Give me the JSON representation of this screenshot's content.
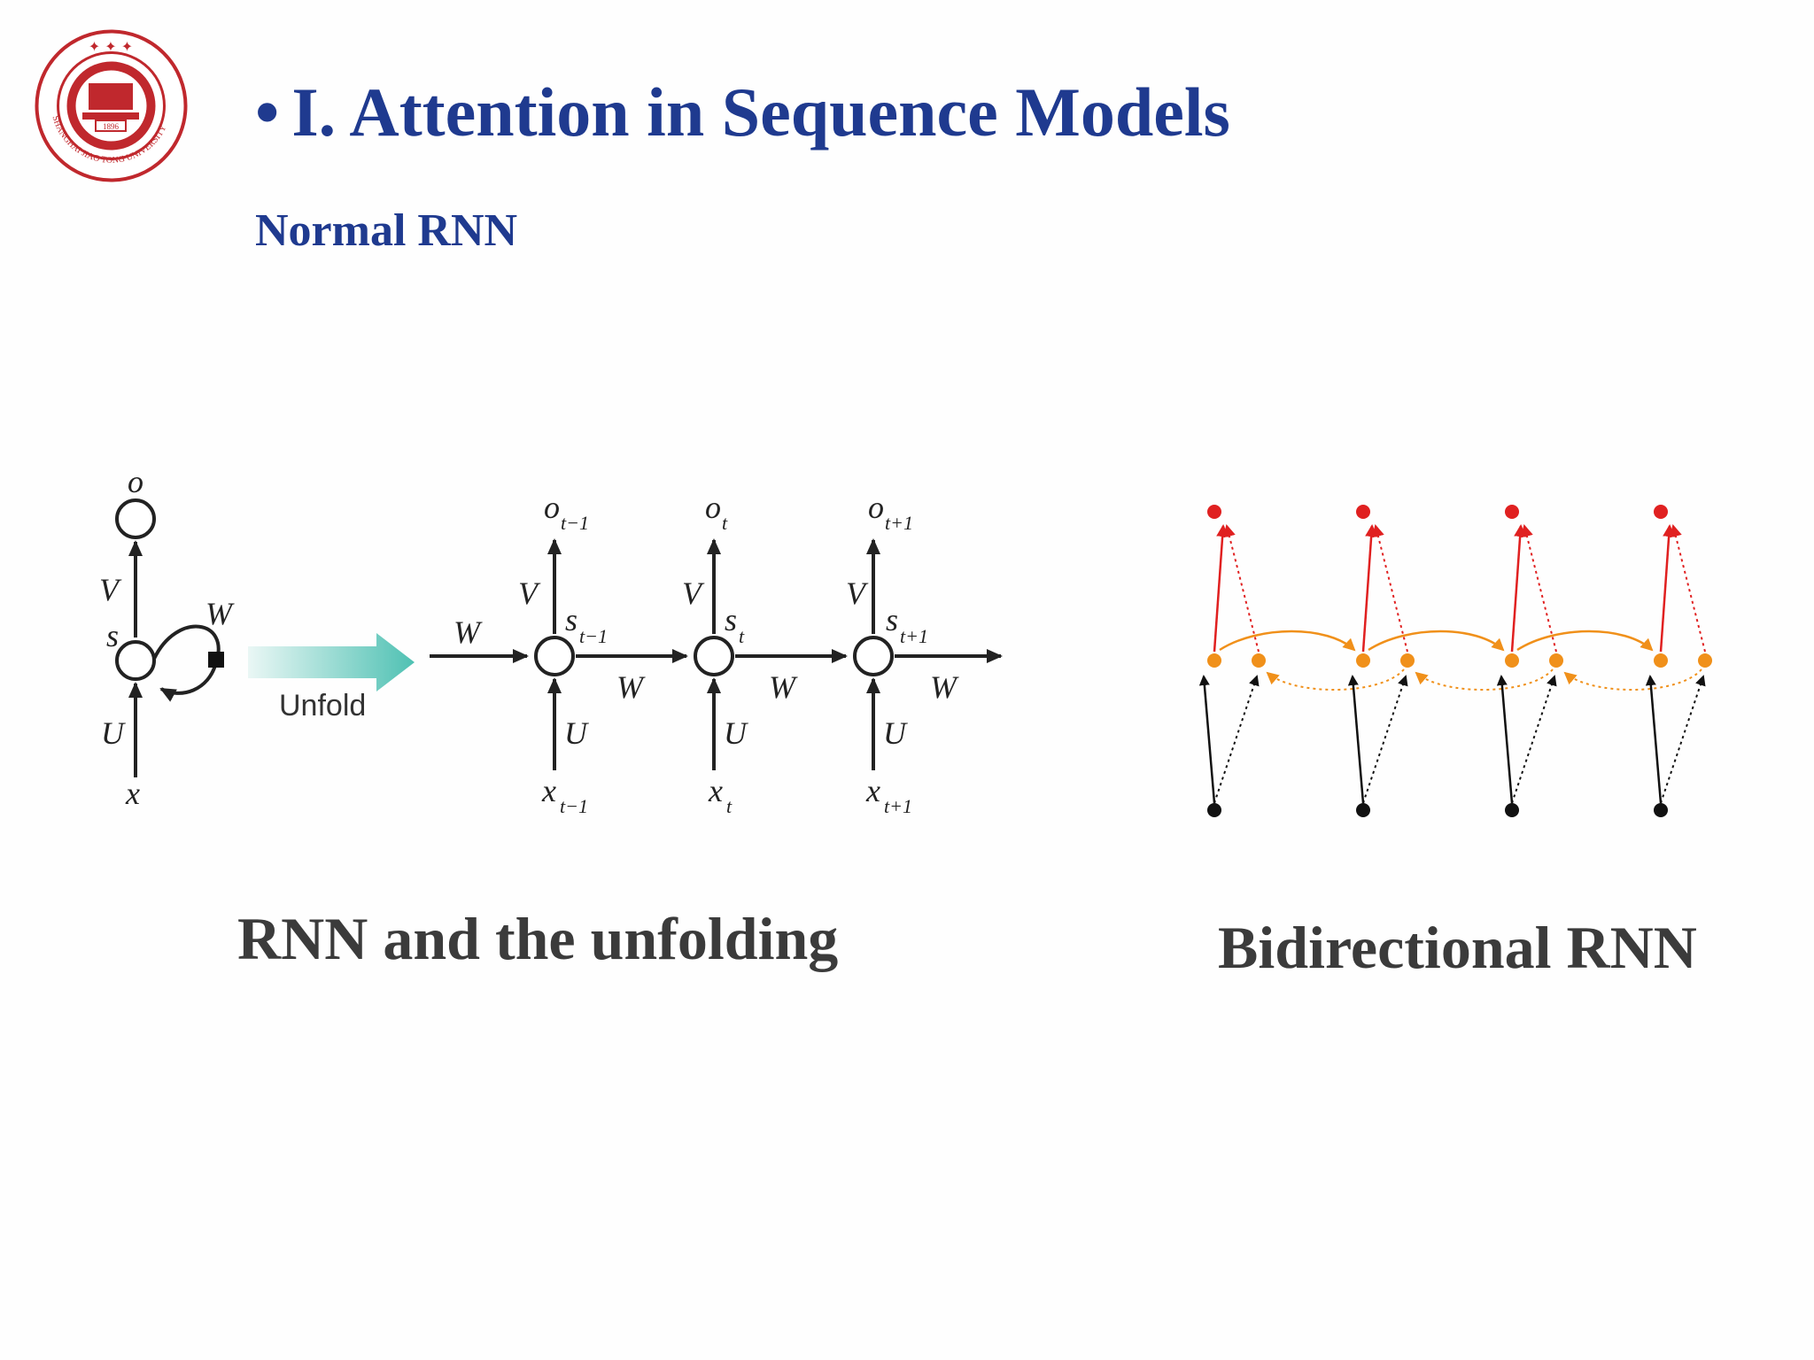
{
  "slide": {
    "bullet": "•",
    "title": "I. Attention in Sequence Models",
    "subtitle": "Normal RNN"
  },
  "logo": {
    "icon": "university-seal",
    "color": "#c0282d",
    "ring_text": "SHANGHAI JIAO TONG UNIVERSITY",
    "year": "1896"
  },
  "rnn_diagram": {
    "folded": {
      "o": "o",
      "V": "V",
      "W": "W",
      "s": "s",
      "U": "U",
      "x": "x"
    },
    "unfold_label": "Unfold",
    "steps": [
      {
        "o": "o",
        "o_sub": "t−1",
        "s": "s",
        "s_sub": "t−1",
        "x": "x",
        "x_sub": "t−1"
      },
      {
        "o": "o",
        "o_sub": "t",
        "s": "s",
        "s_sub": "t",
        "x": "x",
        "x_sub": "t"
      },
      {
        "o": "o",
        "o_sub": "t+1",
        "s": "s",
        "s_sub": "t+1",
        "x": "x",
        "x_sub": "t+1"
      }
    ],
    "edge_labels": {
      "V": "V",
      "U": "U",
      "W": "W"
    }
  },
  "bidirectional_diagram": {
    "output_color": "#e02020",
    "hidden_color": "#f0901a",
    "input_color": "#111111",
    "steps": 4
  },
  "captions": {
    "left": "RNN and the unfolding",
    "right": "Bidirectional RNN"
  }
}
